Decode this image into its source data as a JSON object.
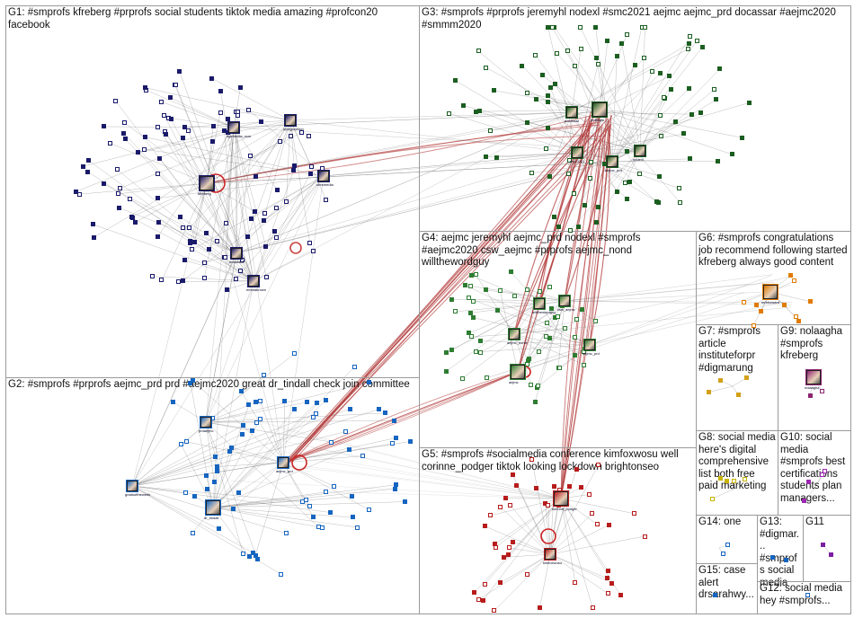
{
  "groups": [
    {
      "id": "G1",
      "label": "G1: #smprofs kfreberg #prprofs social students tiktok media amazing #profcon20 facebook",
      "color": "#1a1a6b"
    },
    {
      "id": "G3",
      "label": "G3: #smprofs #prprofs jeremyhl nodexl #smc2021 aejmc aejmc_prd docassar #aejmc2020 #smmm2020",
      "color": "#1b5e20"
    },
    {
      "id": "G4",
      "label": "G4: aejmc jeremyhl aejmc_prd nodexl #smprofs #aejmc2020 csw_aejmc #prprofs aejmc_nond willthewordguy",
      "color": "#2e7d32"
    },
    {
      "id": "G6",
      "label": "G6: #smprofs congratulations job recommend following started kfreberg always good content",
      "color": "#e07b00"
    },
    {
      "id": "G7",
      "label": "G7: #smprofs article instituteforpr #digmarung",
      "color": "#d4a017"
    },
    {
      "id": "G9",
      "label": "G9: nolaagha #smprofs kfreberg",
      "color": "#8e2471"
    },
    {
      "id": "G2",
      "label": "G2: #smprofs #prprofs aejmc_prd prd #aejmc2020 great dr_tindall check join committee",
      "color": "#1565c0"
    },
    {
      "id": "G8",
      "label": "G8: social media here's digital comprehensive list both free paid marketing",
      "color": "#c8b400"
    },
    {
      "id": "G10",
      "label": "G10: social media #smprofs best certifications students plan managers...",
      "color": "#9c27b0"
    },
    {
      "id": "G5",
      "label": "G5: #smprofs #socialmedia conference kimfoxwosu well corinne_podger tiktok looking lockdown brightonseo",
      "color": "#b71c1c"
    },
    {
      "id": "G14",
      "label": "G14: one",
      "color": "#1565c0"
    },
    {
      "id": "G13",
      "label": "G13: #digmar... #smprofs social media",
      "color": "#1565c0"
    },
    {
      "id": "G11",
      "label": "G11",
      "color": "#7b1fa2"
    },
    {
      "id": "G15",
      "label": "G15: case alert drsarahwy...",
      "color": "#1565c0"
    },
    {
      "id": "G12",
      "label": "G12: social media hey #smprofs...",
      "color": "#1565c0"
    }
  ],
  "hubs": {
    "G1": [
      "kfreberg",
      "egemedia_ssm",
      "lovegoodson",
      "tbwallace",
      "emmabrown",
      "ubrsmedia"
    ],
    "G3": [
      "jeremyhl",
      "docassar",
      "aejmc_prd",
      "nodexl",
      "smc2021"
    ],
    "G4": [
      "aejmc",
      "aejmc_nond",
      "csw_aejmc",
      "willthewordguy",
      "aejmc_prd"
    ],
    "G2": [
      "dr_tindall",
      "aejmc_prd",
      "prdaejmc",
      "gradsoftheweek"
    ],
    "G5": [
      "corinne_podger",
      "kimfoxwosu"
    ],
    "G6": [
      "mrbhoward"
    ],
    "G9": [
      "nolaagha"
    ]
  }
}
